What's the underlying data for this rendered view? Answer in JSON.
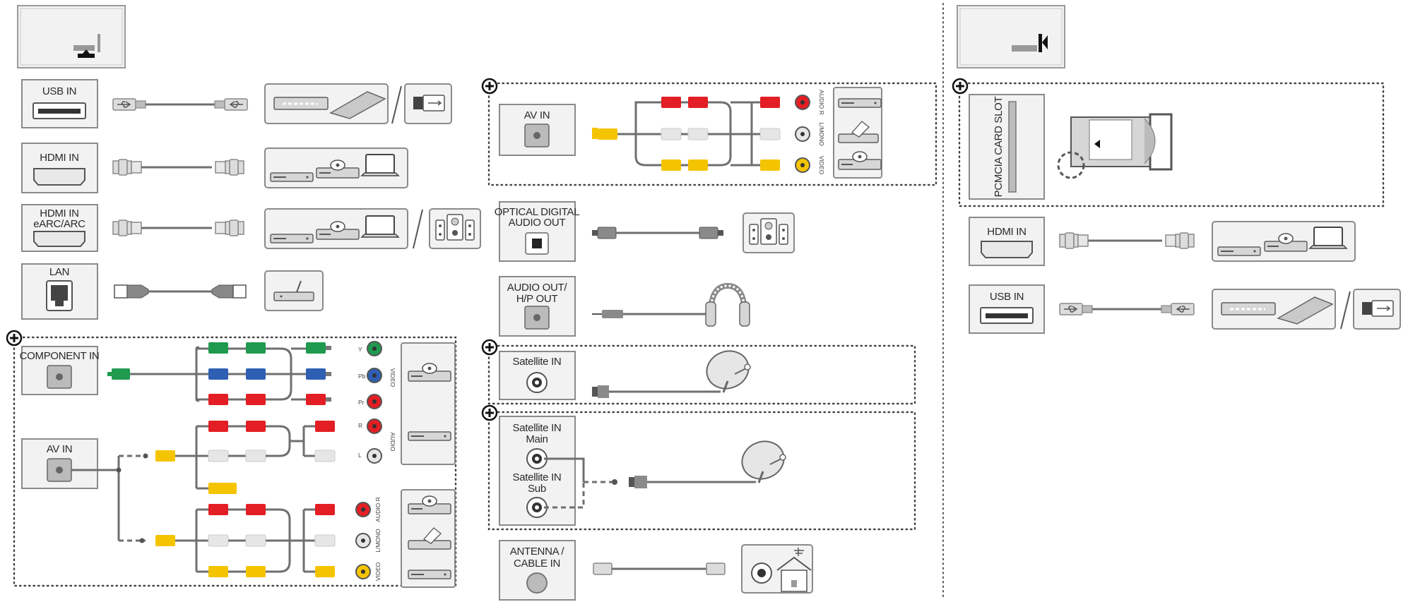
{
  "left_panel": {
    "ports": {
      "usb_in": "USB IN",
      "hdmi_in": "HDMI IN",
      "hdmi_earc_line1": "HDMI IN",
      "hdmi_earc_line2": "eARC/ARC",
      "lan": "LAN",
      "component_in": "COMPONENT IN",
      "av_in": "AV IN"
    },
    "component_side_labels": [
      "Y",
      "Pb",
      "Pr",
      "VIDEO",
      "R",
      "L",
      "AUDIO"
    ],
    "av_side_labels": [
      "AUDIO R",
      "L/MONO",
      "VIDEO"
    ]
  },
  "middle_panel": {
    "ports": {
      "av_in": "AV IN",
      "optical_line1": "OPTICAL DIGITAL",
      "optical_line2": "AUDIO OUT",
      "audio_out_line1": "AUDIO OUT/",
      "audio_out_line2": "H/P OUT",
      "satellite_in": "Satellite IN",
      "sat_main_line1": "Satellite IN",
      "sat_main_line2": "Main",
      "sat_sub_line1": "Satellite IN",
      "sat_sub_line2": "Sub",
      "antenna_line1": "ANTENNA /",
      "antenna_line2": "CABLE IN"
    },
    "av_side_labels": [
      "AUDIO R",
      "L/MONO",
      "VIDEO"
    ]
  },
  "right_panel": {
    "ports": {
      "pcmcia": "PCMCIA CARD SLOT",
      "hdmi_in": "HDMI IN",
      "usb_in": "USB IN"
    }
  },
  "colors": {
    "red": "#e31e24",
    "yellow": "#f5c400",
    "white_plug": "#e6e6e6",
    "green": "#1f9a4f",
    "blue": "#2f5fb3",
    "cable": "#6f6f6f",
    "border": "#8a8a8a"
  },
  "icons": [
    "plus-icon",
    "usb-plug-icon",
    "hdmi-plug-icon",
    "lan-plug-icon",
    "rca-plug-icon",
    "headphones-icon",
    "satellite-dish-icon",
    "antenna-house-icon",
    "set-top-box-icon",
    "hard-drive-icon",
    "usb-stick-icon",
    "dvd-player-icon",
    "laptop-icon",
    "speaker-icon",
    "router-icon",
    "ci-card-icon"
  ]
}
